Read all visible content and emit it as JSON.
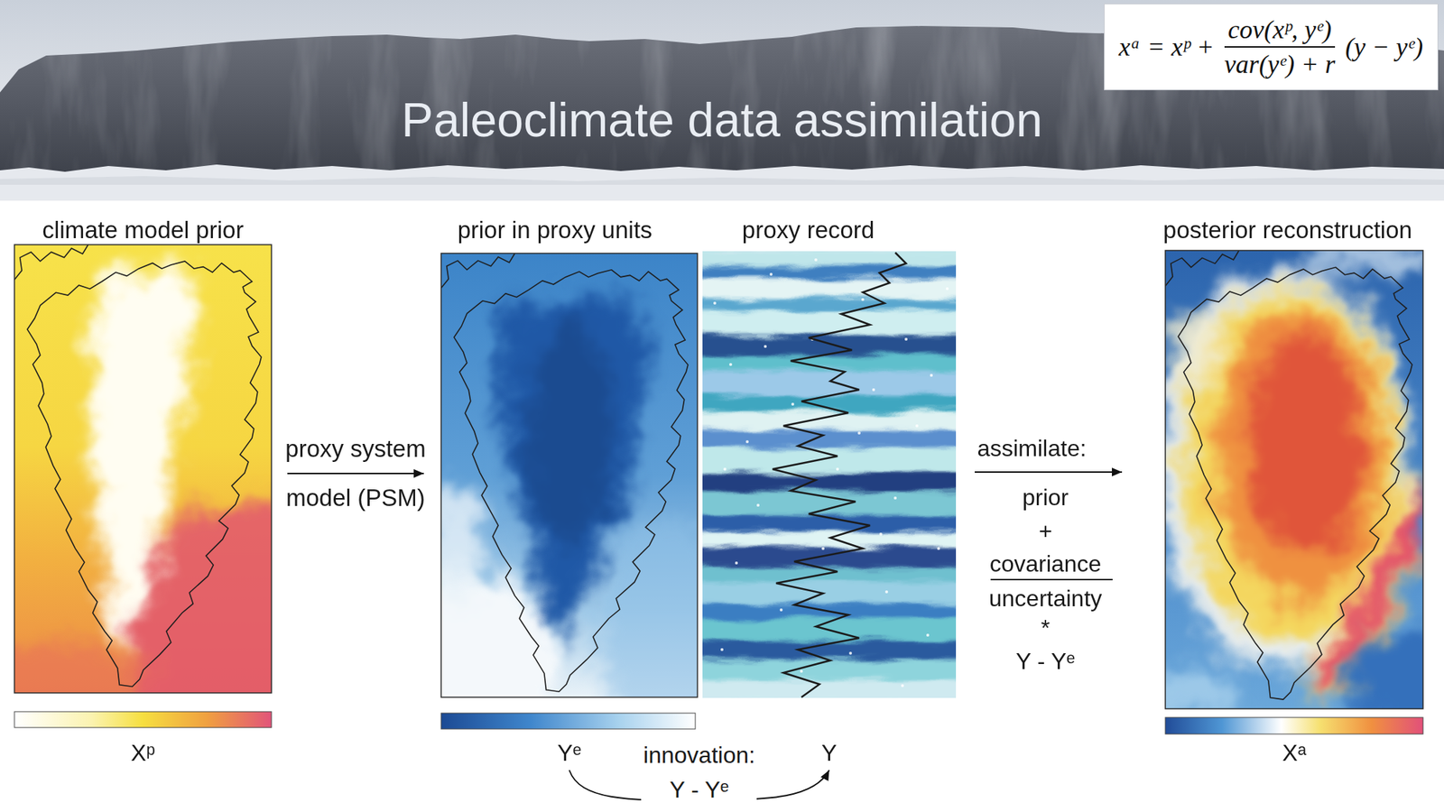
{
  "diagram": {
    "title": "Paleoclimate data assimilation",
    "nodes": [
      {
        "text": [
          "xᵃ = xᵖ +",
          "cov(xᵖ, yᵉ)",
          "var(yᵉ) + r",
          "(y − yᵉ)"
        ]
      },
      {
        "text": [
          "climate model prior",
          "Xᵖ"
        ]
      },
      {
        "text": [
          "prior in proxy units",
          "Yᵉ"
        ]
      },
      {
        "text": [
          "proxy record",
          "Y"
        ]
      },
      {
        "text": [
          "posterior reconstruction",
          "Xᵃ"
        ]
      }
    ],
    "edges": [
      {
        "from": 1,
        "to": 2,
        "arrow": "to",
        "label": "proxy system model (PSM)"
      },
      {
        "from": 2,
        "to": 3,
        "arrow": "to",
        "label": "innovation: Y - Yᵉ"
      },
      {
        "from": 3,
        "to": 4,
        "arrow": "to",
        "label": "assimilate:"
      }
    ],
    "labels": [
      "prior",
      "+",
      "covariance",
      "uncertainty",
      "*",
      "Y - Yᵉ"
    ]
  }
}
